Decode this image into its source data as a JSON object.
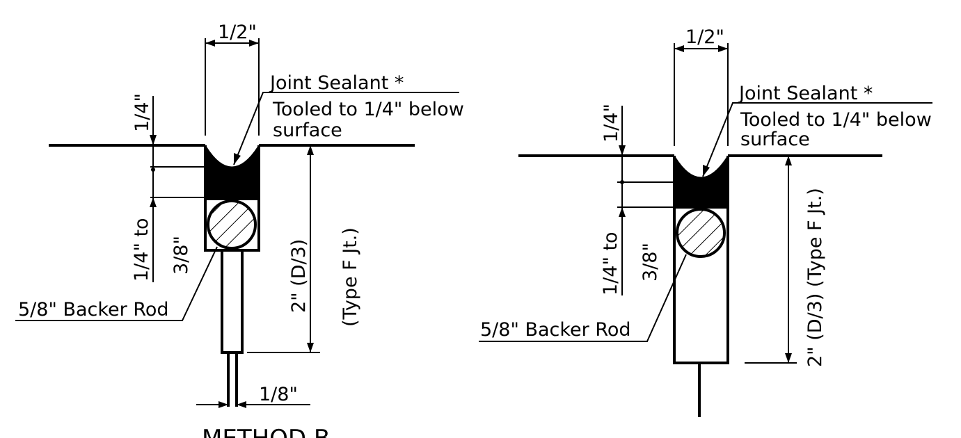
{
  "left_detail": {
    "width_dim": "1/2\"",
    "sealant_label": "Joint Sealant *",
    "tooled_label_1": "Tooled to 1/4\" below",
    "tooled_label_2": "surface",
    "recess_dim": "1/4\"",
    "sealant_depth_dim_1": "1/4\" to",
    "sealant_depth_dim_2": "3/8\"",
    "depth_dim": "2\" (D/3)",
    "depth_dim_note": "(Type F Jt.)",
    "backer_rod_label": "5/8\" Backer Rod",
    "saw_cut_dim": "1/8\"",
    "partial_caption": "METHOD  B"
  },
  "right_detail": {
    "width_dim": "1/2\"",
    "sealant_label": "Joint Sealant *",
    "tooled_label_1": "Tooled to 1/4\" below",
    "tooled_label_2": "surface",
    "recess_dim": "1/4\"",
    "sealant_depth_dim_1": "1/4\" to",
    "sealant_depth_dim_2": "3/8\"",
    "depth_dim": "2\" (D/3) (Type F Jt.)",
    "backer_rod_label": "5/8\" Backer Rod"
  }
}
